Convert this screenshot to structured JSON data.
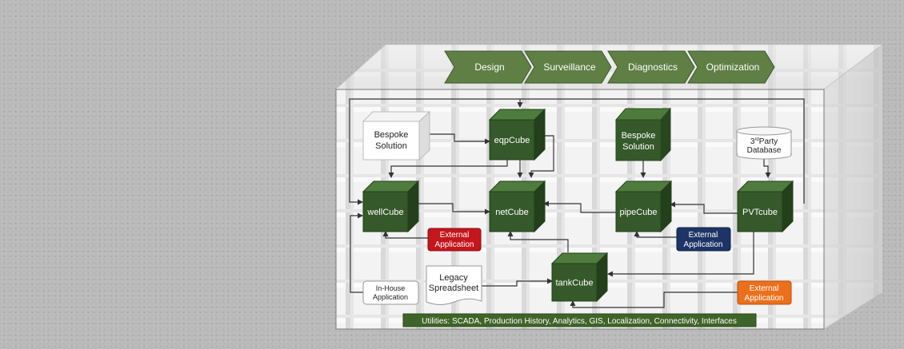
{
  "stages": [
    "Design",
    "Surveillance",
    "Diagnostics",
    "Optimization"
  ],
  "cubes": {
    "eqp": "eqpCube",
    "well": "wellCube",
    "net": "netCube",
    "pipe": "pipeCube",
    "pvt": "PVTcube",
    "tank": "tankCube"
  },
  "bespoke_left": [
    "Bespoke",
    "Solution"
  ],
  "bespoke_right": [
    "Bespoke",
    "Solution"
  ],
  "database": {
    "line1_prefix": "3",
    "line1_sup": "rd",
    "line1_suffix": "Party",
    "line2": "Database"
  },
  "external_red": [
    "External",
    "Application"
  ],
  "external_blue": [
    "External",
    "Application"
  ],
  "external_orange": [
    "External",
    "Application"
  ],
  "legacy": [
    "Legacy",
    "Spreadsheet"
  ],
  "inhouse": [
    "In-House",
    "Application"
  ],
  "utilities": "Utilities: SCADA, Production History, Analytics, GIS, Localization, Connectivity, Interfaces",
  "colors": {
    "stage": "#5f7f44",
    "cube": "#35592a",
    "red": "#c4161c",
    "blue": "#1c3566",
    "orange": "#ec6f1b",
    "utilities": "#3f6428"
  }
}
